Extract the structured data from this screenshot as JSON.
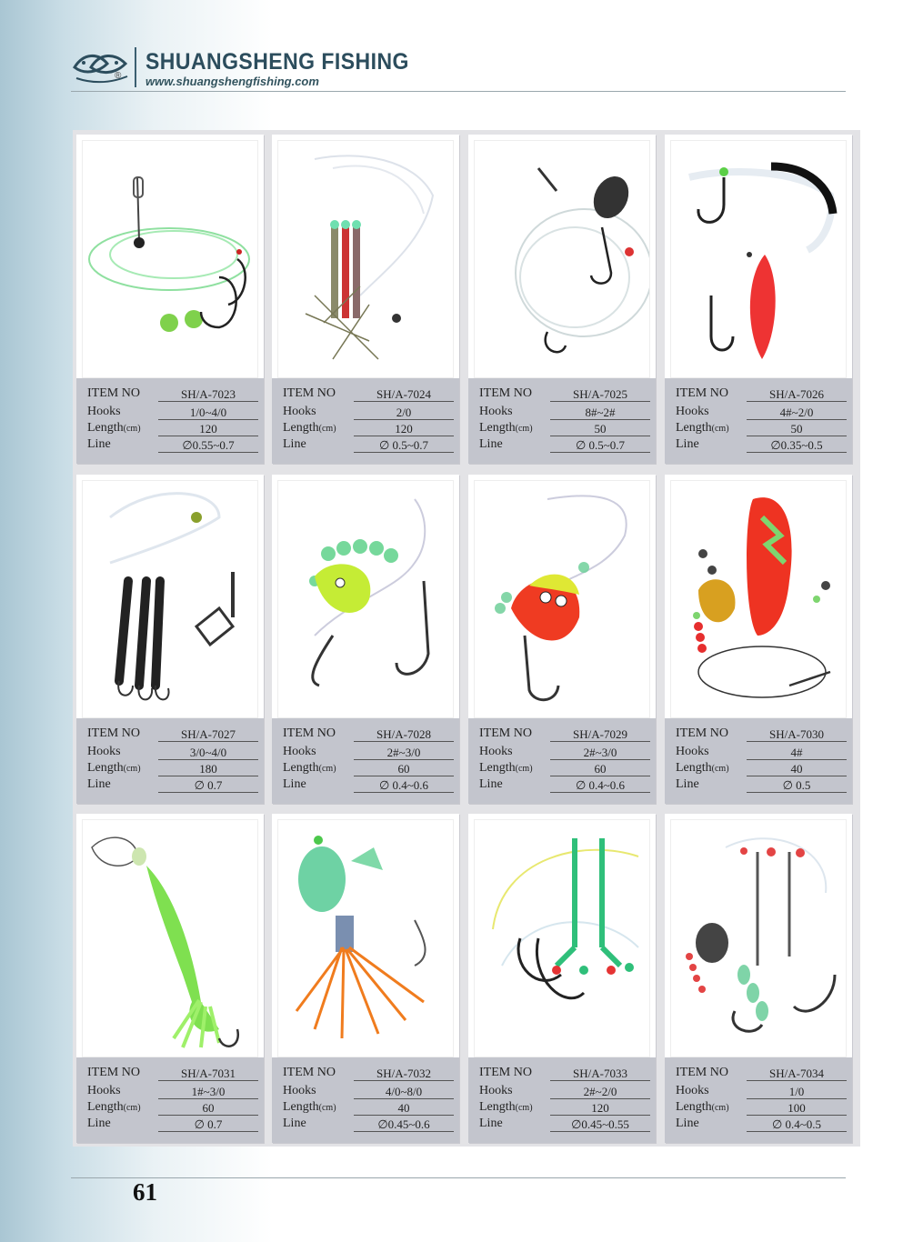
{
  "header": {
    "brand": "SHUANGSHENG FISHING",
    "website": "www.shuangshengfishing.com",
    "registered": "®"
  },
  "labels": {
    "item_no": "ITEM NO",
    "hooks": "Hooks",
    "length": "Length",
    "length_unit": "(cm)",
    "line": "Line"
  },
  "products": [
    {
      "item_no": "SH/A-7023",
      "hooks": "1/0~4/0",
      "length": "120",
      "line": "∅0.55~0.7"
    },
    {
      "item_no": "SH/A-7024",
      "hooks": "2/0",
      "length": "120",
      "line": "∅ 0.5~0.7"
    },
    {
      "item_no": "SH/A-7025",
      "hooks": "8#~2#",
      "length": "50",
      "line": "∅ 0.5~0.7"
    },
    {
      "item_no": "SH/A-7026",
      "hooks": "4#~2/0",
      "length": "50",
      "line": "∅0.35~0.5"
    },
    {
      "item_no": "SH/A-7027",
      "hooks": "3/0~4/0",
      "length": "180",
      "line": "∅ 0.7"
    },
    {
      "item_no": "SH/A-7028",
      "hooks": "2#~3/0",
      "length": "60",
      "line": "∅ 0.4~0.6"
    },
    {
      "item_no": "SH/A-7029",
      "hooks": "2#~3/0",
      "length": "60",
      "line": "∅ 0.4~0.6"
    },
    {
      "item_no": "SH/A-7030",
      "hooks": "4#",
      "length": "40",
      "line": "∅ 0.5"
    },
    {
      "item_no": "SH/A-7031",
      "hooks": "1#~3/0",
      "length": "60",
      "line": "∅ 0.7"
    },
    {
      "item_no": "SH/A-7032",
      "hooks": "4/0~8/0",
      "length": "40",
      "line": "∅0.45~0.6"
    },
    {
      "item_no": "SH/A-7033",
      "hooks": "2#~2/0",
      "length": "120",
      "line": "∅0.45~0.55"
    },
    {
      "item_no": "SH/A-7034",
      "hooks": "1/0",
      "length": "100",
      "line": "∅ 0.4~0.5"
    }
  ],
  "page_number": "61"
}
